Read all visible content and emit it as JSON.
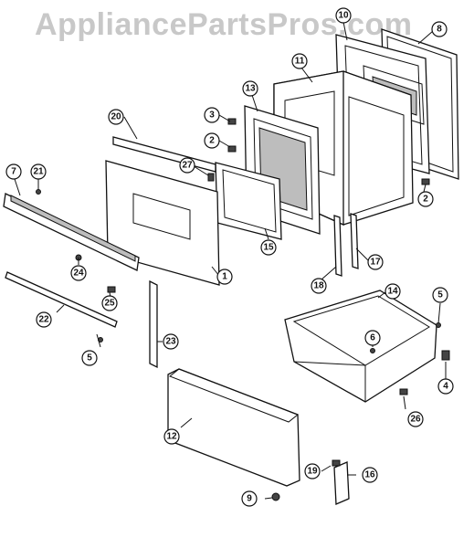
{
  "watermark": "AppliancePartsPros.com",
  "callouts": [
    "10",
    "8",
    "11",
    "13",
    "3",
    "20",
    "2",
    "27",
    "7",
    "21",
    "15",
    "18",
    "17",
    "1",
    "24",
    "14",
    "5",
    "25",
    "22",
    "6",
    "23",
    "5",
    "4",
    "12",
    "26",
    "19",
    "16",
    "9",
    "2"
  ]
}
